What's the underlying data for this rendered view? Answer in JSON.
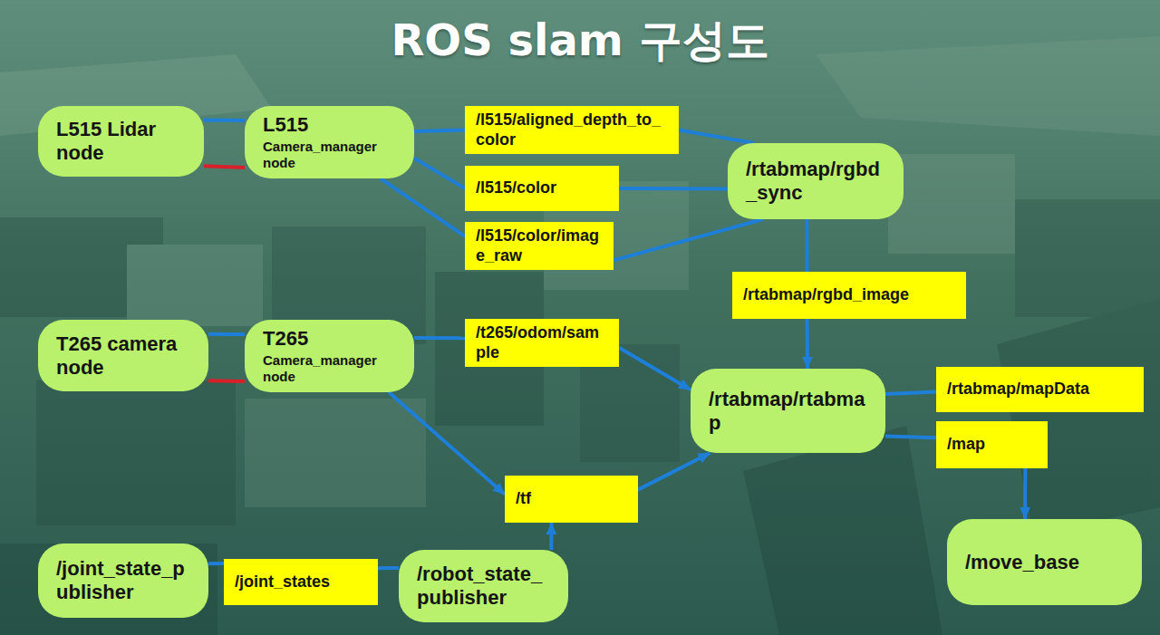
{
  "diagram": {
    "title": "ROS slam 구성도",
    "nodes": [
      {
        "text": [
          "L515 Lidar node"
        ]
      },
      {
        "text": [
          "L515",
          "Camera_manager node"
        ]
      },
      {
        "text": [
          "/l515/aligned_depth_to_color"
        ]
      },
      {
        "text": [
          "/rtabmap/rgbd_sync"
        ]
      },
      {
        "text": [
          "/l515/color"
        ]
      },
      {
        "text": [
          "/l515/color/image_raw"
        ]
      },
      {
        "text": [
          "/rtabmap/rgbd_image"
        ]
      },
      {
        "text": [
          "T265 camera node"
        ]
      },
      {
        "text": [
          "T265",
          "Camera_manager node"
        ]
      },
      {
        "text": [
          "/t265/odom/sample"
        ]
      },
      {
        "text": [
          "/rtabmap/rtabmap"
        ]
      },
      {
        "text": [
          "/rtabmap/mapData"
        ]
      },
      {
        "text": [
          "/map"
        ]
      },
      {
        "text": [
          "/tf"
        ]
      },
      {
        "text": [
          "/move_base"
        ]
      },
      {
        "text": [
          "/joint_state_publisher"
        ]
      },
      {
        "text": [
          "/joint_states"
        ]
      },
      {
        "text": [
          "/robot_state_publisher"
        ]
      }
    ],
    "edges": [
      {
        "from": 0,
        "to": 1,
        "arrow": "none"
      },
      {
        "from": 0,
        "to": 1,
        "arrow": "none"
      },
      {
        "from": 1,
        "to": 2,
        "arrow": "none"
      },
      {
        "from": 1,
        "to": 4,
        "arrow": "none"
      },
      {
        "from": 1,
        "to": 5,
        "arrow": "none"
      },
      {
        "from": 2,
        "to": 3,
        "arrow": "none"
      },
      {
        "from": 4,
        "to": 3,
        "arrow": "none"
      },
      {
        "from": 5,
        "to": 3,
        "arrow": "none"
      },
      {
        "from": 3,
        "to": 6,
        "arrow": "none"
      },
      {
        "from": 6,
        "to": 10,
        "arrow": "to"
      },
      {
        "from": 7,
        "to": 8,
        "arrow": "none"
      },
      {
        "from": 7,
        "to": 8,
        "arrow": "none"
      },
      {
        "from": 8,
        "to": 9,
        "arrow": "none"
      },
      {
        "from": 9,
        "to": 10,
        "arrow": "to"
      },
      {
        "from": 8,
        "to": 13,
        "arrow": "to"
      },
      {
        "from": 13,
        "to": 10,
        "arrow": "to"
      },
      {
        "from": 10,
        "to": 11,
        "arrow": "none"
      },
      {
        "from": 10,
        "to": 12,
        "arrow": "none"
      },
      {
        "from": 12,
        "to": 14,
        "arrow": "to"
      },
      {
        "from": 15,
        "to": 16,
        "arrow": "none"
      },
      {
        "from": 16,
        "to": 17,
        "arrow": "none"
      },
      {
        "from": 17,
        "to": 13,
        "arrow": "to"
      }
    ]
  }
}
